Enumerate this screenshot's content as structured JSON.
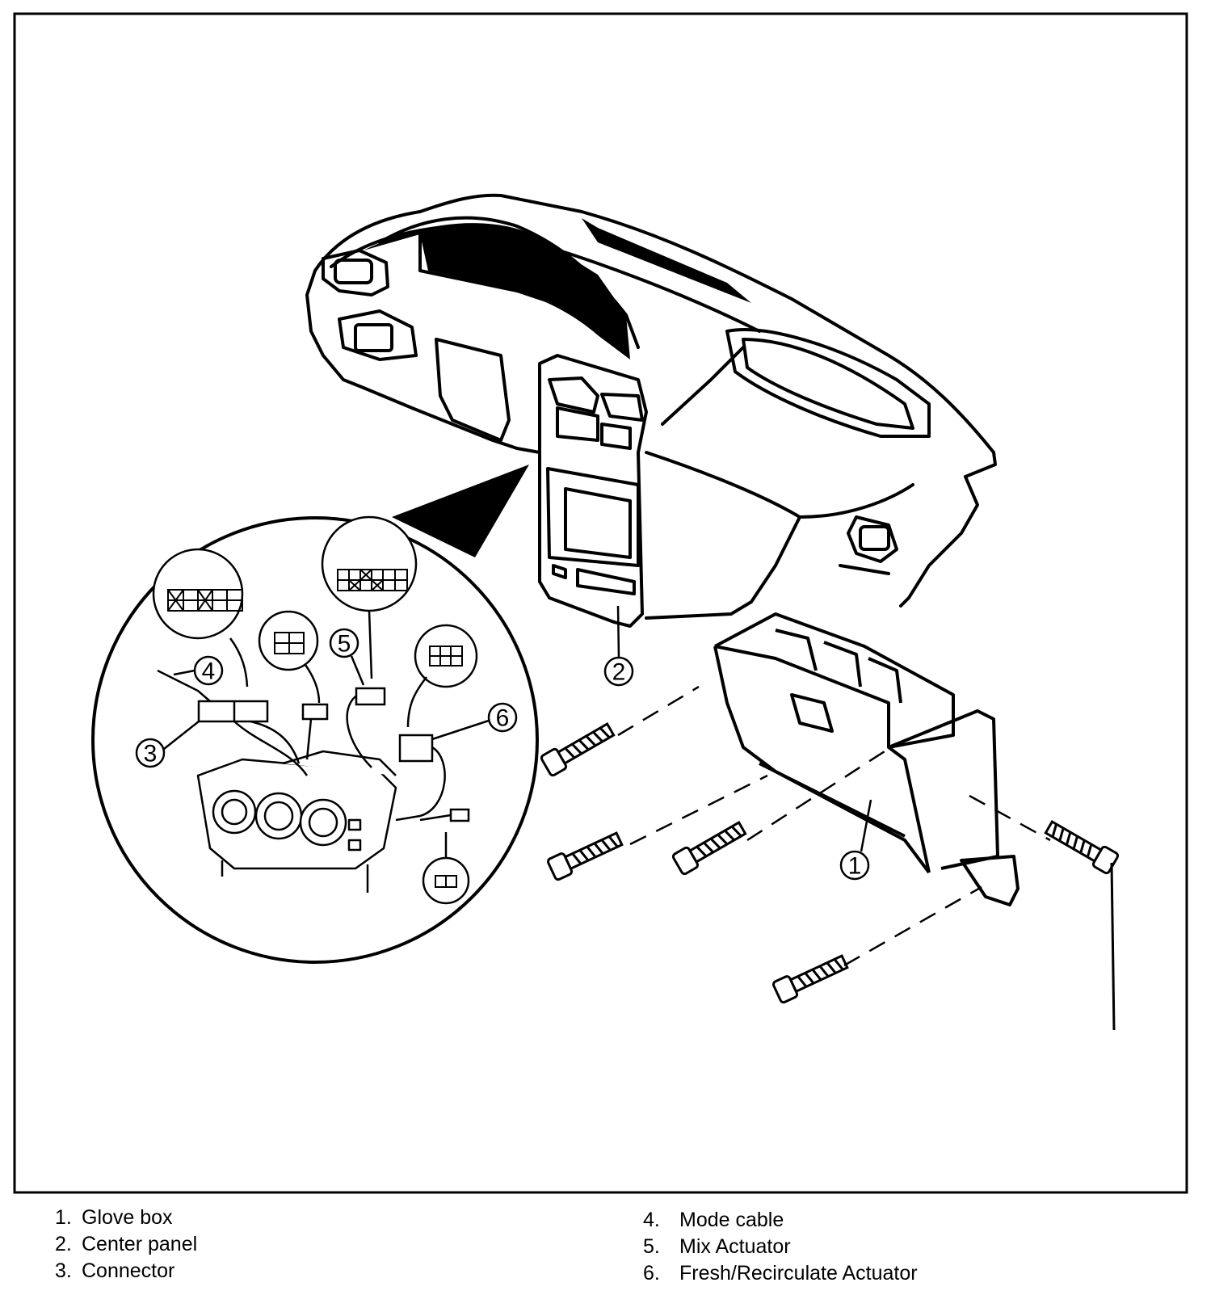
{
  "callouts": [
    "1",
    "2",
    "3",
    "4",
    "5",
    "6"
  ],
  "legend": {
    "left": [
      {
        "num": "1.",
        "label": "Glove box"
      },
      {
        "num": "2.",
        "label": "Center panel"
      },
      {
        "num": "3.",
        "label": "Connector"
      }
    ],
    "right": [
      {
        "num": "4.",
        "label": "Mode cable"
      },
      {
        "num": "5.",
        "label": "Mix Actuator"
      },
      {
        "num": "6.",
        "label": "Fresh/Recirculate Actuator"
      }
    ]
  }
}
